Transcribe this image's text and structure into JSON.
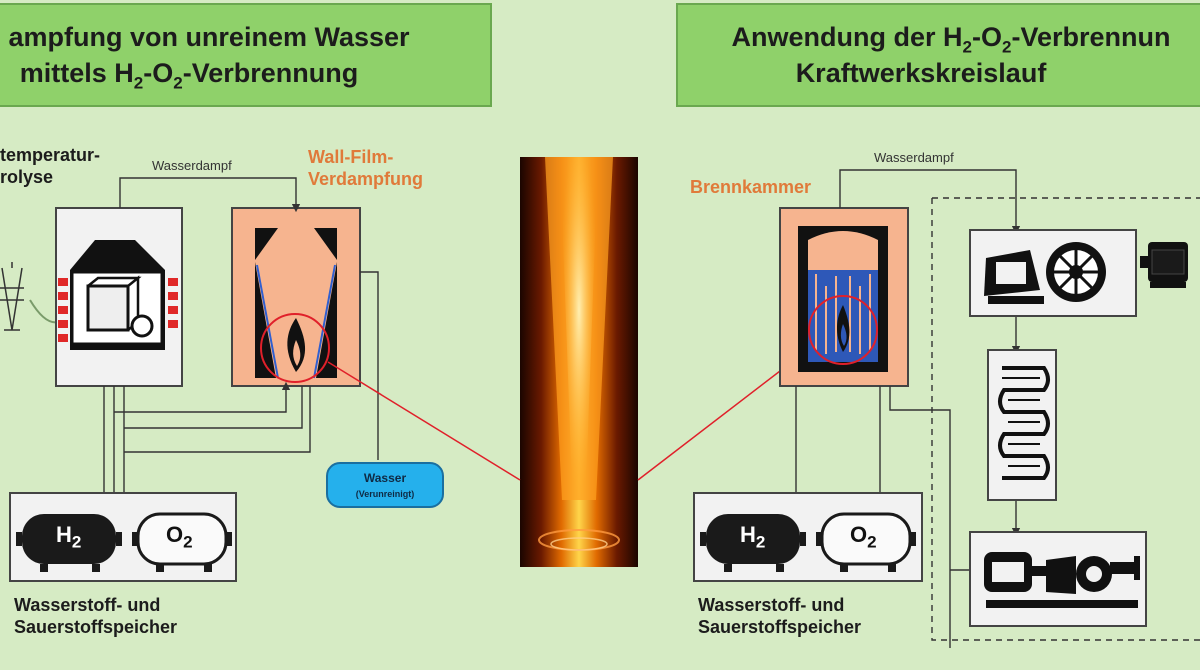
{
  "header_left": {
    "line1_pre": "ampfung von unreinem Wasser",
    "line2_pre": "mittels H",
    "line2_sub1": "2",
    "line2_mid": "-O",
    "line2_sub2": "2",
    "line2_post": "-Verbrennung"
  },
  "header_right": {
    "line1_pre": "Anwendung der H",
    "line1_sub1": "2",
    "line1_mid": "-O",
    "line1_sub2": "2",
    "line1_post": "-Verbrennun",
    "line2": "Kraftwerkskreislauf"
  },
  "left": {
    "electrolysis_line1": "temperatur-",
    "electrolysis_line2": "rolyse",
    "steam_label": "Wasserdampf",
    "evaporation_line1": "Wall-Film-",
    "evaporation_line2": "Verdampfung",
    "water_line1": "Wasser",
    "water_line2": "(Verunreinigt)",
    "tank_h2": "H",
    "tank_h2_sub": "2",
    "tank_o2": "O",
    "tank_o2_sub": "2",
    "storage_line1": "Wasserstoff- und",
    "storage_line2": "Sauerstoffspeicher"
  },
  "right": {
    "steam_label": "Wasserdampf",
    "combustion_chamber": "Brennkammer",
    "tank_h2": "H",
    "tank_h2_sub": "2",
    "tank_o2": "O",
    "tank_o2_sub": "2",
    "storage_line1": "Wasserstoff- und",
    "storage_line2": "Sauerstoffspeicher"
  },
  "colors": {
    "background": "#d6ebc4",
    "header_fill": "#8fd16a",
    "chamber_fill": "#f6b48f",
    "accent_orange": "#e07a3a",
    "water_blue": "#25b0ec",
    "connector_red": "#e0202a"
  }
}
